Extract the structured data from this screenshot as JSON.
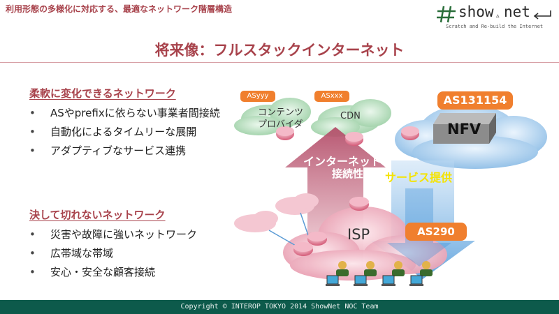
{
  "header": {
    "subtitle": "利用形態の多様化に対応する、最適なネットワーク階層構造",
    "logo_text": "show",
    "logo_text2": "net",
    "logo_tagline": "Scratch and Re-build the Internet"
  },
  "slide": {
    "title": "将来像：フルスタックインターネット"
  },
  "sections": [
    {
      "heading": "柔軟に変化できるネットワーク",
      "bullets": [
        "ASやprefixに依らない事業者間接続",
        "自動化によるタイムリーな展開",
        "アダプティブなサービス連携"
      ]
    },
    {
      "heading": "決して切れないネットワーク",
      "bullets": [
        "災害や故障に強いネットワーク",
        "広帯域な帯域",
        "安心・安全な顧客接続"
      ]
    }
  ],
  "bullet_glyph": "•",
  "diagram": {
    "as_yyy": "ASyyy",
    "as_xxx": "ASxxx",
    "contents_line1": "コンテンツ",
    "contents_line2": "プロバイダ",
    "cdn": "CDN",
    "as131154": "AS131154",
    "nfv": "NFV",
    "internet_line1": "インターネット",
    "internet_line2": "接続性",
    "service": "サービス提供",
    "isp": "ISP",
    "as290": "AS290"
  },
  "colors": {
    "brand_red": "#a8434c",
    "footer_green": "#0d5a4b",
    "as_orange": "#f07f2e",
    "cloud_pink": "#efb8c6",
    "cloud_green": "#b9dec0",
    "cloud_blue": "#a9cdee",
    "service_text": "#f5e300"
  },
  "icons": [
    "router-icon",
    "user-terminal-icon",
    "cloud-icon",
    "nfv-server-icon"
  ],
  "footer": {
    "copyright": "Copyright © INTEROP TOKYO 2014 ShowNet NOC Team"
  }
}
